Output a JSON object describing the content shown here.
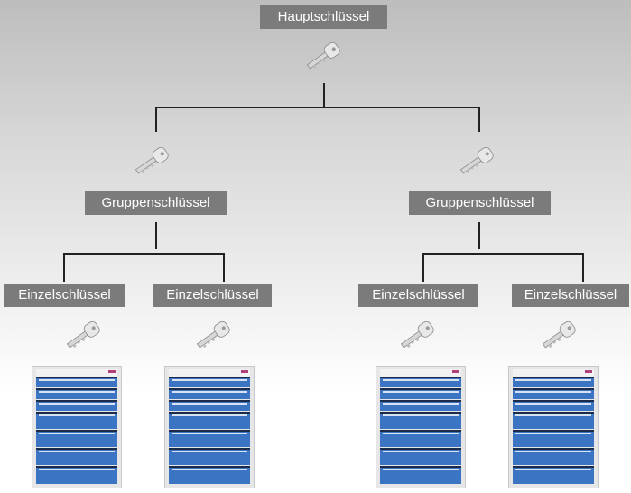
{
  "root": {
    "label": "Hauptschlüssel"
  },
  "groups": [
    {
      "label": "Gruppenschlüssel",
      "children": [
        "Einzelschlüssel",
        "Einzelschlüssel"
      ]
    },
    {
      "label": "Gruppenschlüssel",
      "children": [
        "Einzelschlüssel",
        "Einzelschlüssel"
      ]
    }
  ],
  "icons": {
    "key": "key-icon",
    "cabinet": "drawer-cabinet"
  },
  "colors": {
    "label_bg": "#7b7b7b",
    "drawer": "#3c74c4"
  }
}
